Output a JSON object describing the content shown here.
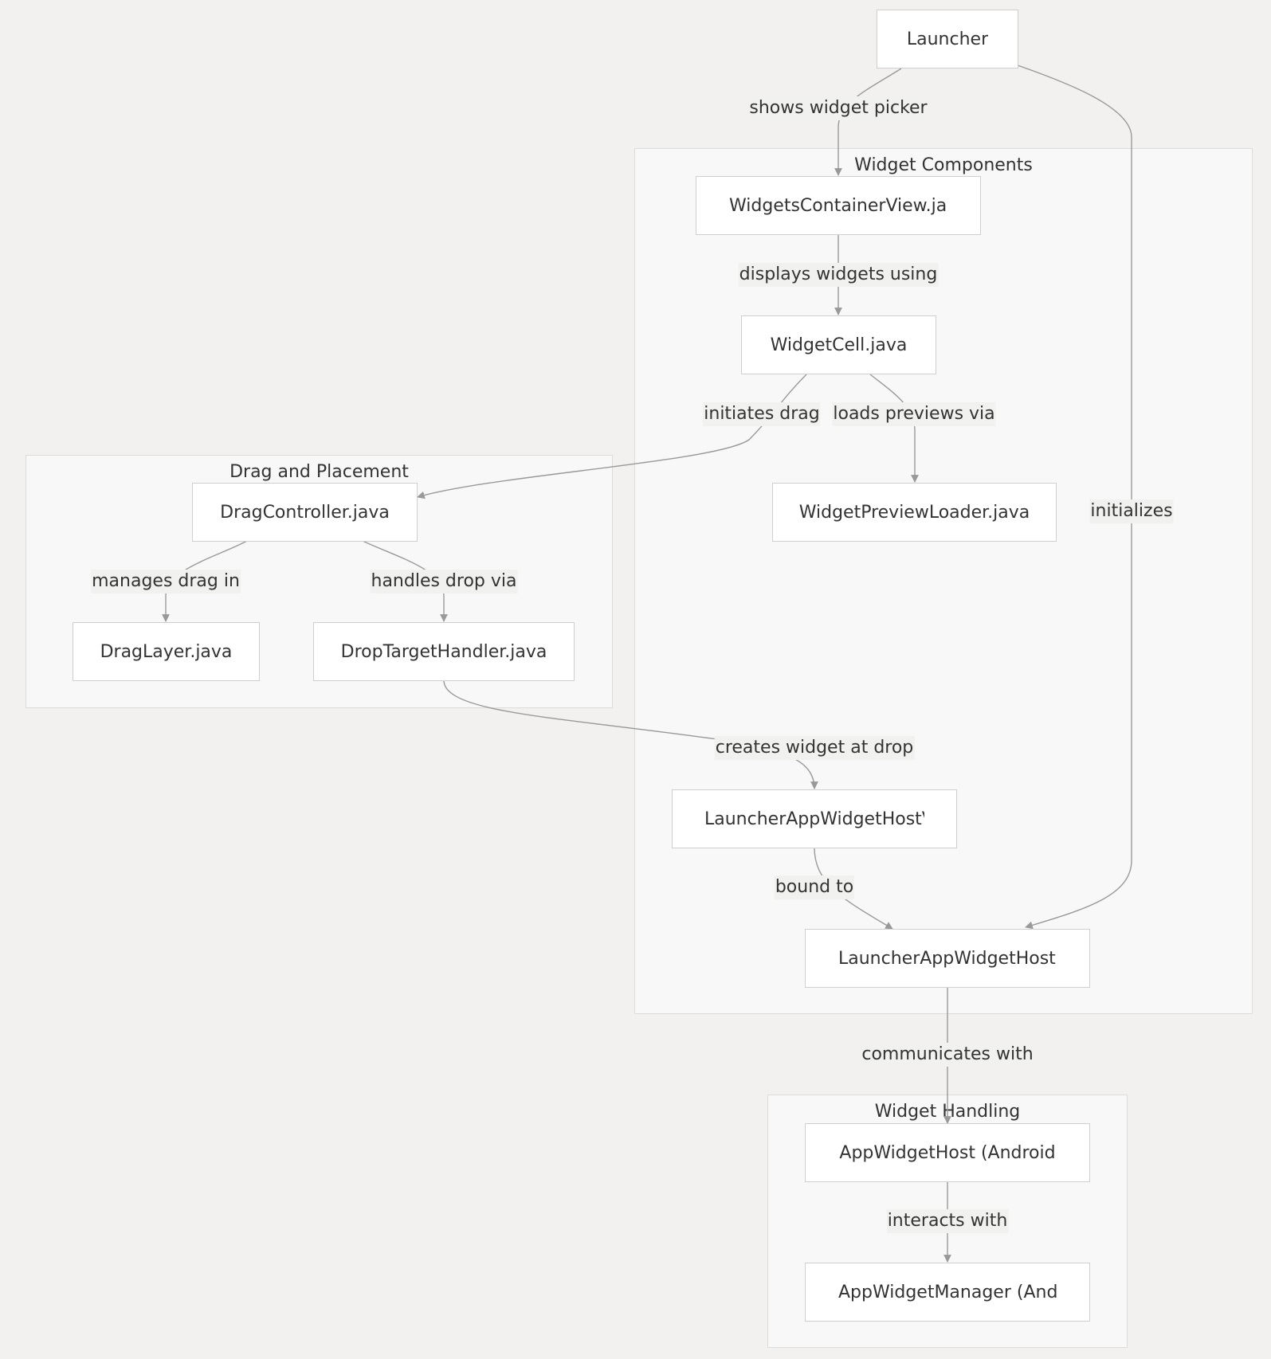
{
  "clusters": {
    "widget_components": "Widget Components",
    "drag_placement": "Drag and Placement",
    "widget_handling": "Widget Handling"
  },
  "nodes": {
    "launcher": "Launcher",
    "widgets_container_view": "WidgetsContainerView.jav",
    "widget_cell": "WidgetCell.java",
    "widget_preview_loader": "WidgetPreviewLoader.java",
    "drag_controller": "DragController.java",
    "drag_layer": "DragLayer.java",
    "drop_target_handler": "DropTargetHandler.java",
    "launcher_app_widget_host_view": "LauncherAppWidgetHostV",
    "launcher_app_widget_host": "LauncherAppWidgetHost.j",
    "app_widget_host": "AppWidgetHost (Android",
    "app_widget_manager": "AppWidgetManager (Andı"
  },
  "edges": {
    "shows_widget_picker": "shows widget picker",
    "initializes": "initializes",
    "displays_widgets_using": "displays widgets using",
    "initiates_drag": "initiates drag",
    "loads_previews_via": "loads previews via",
    "manages_drag_in": "manages drag in",
    "handles_drop_via": "handles drop via",
    "creates_widget_at_drop": "creates widget at drop",
    "bound_to": "bound to",
    "communicates_with": "communicates with",
    "interacts_with": "interacts with"
  },
  "colors": {
    "background": "#f2f1ef",
    "cluster_fill": "#f8f8f8",
    "node_fill": "#ffffff",
    "edge": "#999999"
  }
}
